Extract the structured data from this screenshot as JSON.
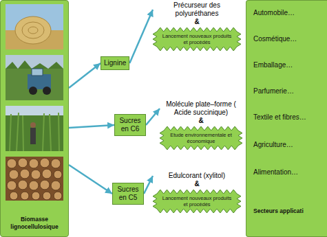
{
  "diagram": {
    "nodes": [
      {
        "text": [
          "Biomasse lignocellulosique"
        ]
      },
      {
        "text": [
          "Lignine"
        ]
      },
      {
        "text": [
          "Sucres en C6"
        ]
      },
      {
        "text": [
          "Sucres en C5"
        ]
      },
      {
        "text": [
          "Précurseur des polyuréthanes",
          "&",
          "Lancement nouveaux produits et procédés"
        ]
      },
      {
        "text": [
          "Molécule plate–forme ( Acide succinique)",
          "&",
          "Etude environnementale et économique"
        ]
      },
      {
        "text": [
          "Edulcorant (xylitol)",
          "&",
          "Lancement nouveaux produits et procédés"
        ]
      },
      {
        "text": [
          "Automobile…",
          "Cosmétique…",
          "Emballage…",
          "Parfumerie…",
          "Textile et fibres…",
          "Agriculture…",
          "Alimentation…",
          "Secteurs applicati"
        ]
      }
    ],
    "edges": [
      {
        "from": 0,
        "to": 1,
        "arrow": "to"
      },
      {
        "from": 0,
        "to": 2,
        "arrow": "to"
      },
      {
        "from": 0,
        "to": 3,
        "arrow": "to"
      },
      {
        "from": 1,
        "to": 4,
        "arrow": "to"
      },
      {
        "from": 2,
        "to": 5,
        "arrow": "to"
      },
      {
        "from": 3,
        "to": 6,
        "arrow": "to"
      }
    ]
  }
}
